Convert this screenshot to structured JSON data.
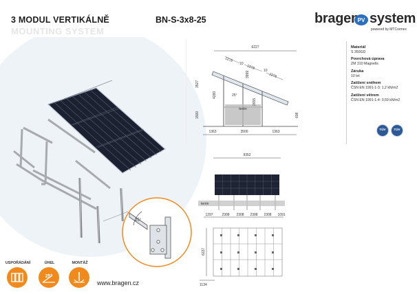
{
  "header": {
    "title": "3 MODUL VERTIKÁLNĚ",
    "subtitle": "MOUNTING SYSTEM",
    "code": "BN-S-3x8-25"
  },
  "logo": {
    "word_left": "bragen",
    "badge": "PV",
    "word_right": "system",
    "powered": "powered by MTCormex"
  },
  "specs": [
    {
      "label": "Materiál",
      "value": "S 350GD"
    },
    {
      "label": "Povrchová úprava",
      "value": "ZM 310 Magnelis"
    },
    {
      "label": "Záruka",
      "value": "10 let"
    },
    {
      "label": "Zatížení sněhem",
      "value": "ČSN EN 1991-1-3: 1,2 kN/m2"
    },
    {
      "label": "Zatížení větrem",
      "value": "ČSN EN 1991-1-4: 0,59 kN/m2"
    }
  ],
  "certifications": [
    "TÜV",
    "TÜV"
  ],
  "side_drawing": {
    "total_width": "6227",
    "panel_lengths": [
      "2278",
      "2278",
      "2278"
    ],
    "gaps": [
      "10",
      "10"
    ],
    "heights": [
      "3527",
      "4280",
      "1500",
      "2655",
      "3999",
      "608"
    ],
    "angle": "25°",
    "base_dims": [
      "1363",
      "3500",
      "1363"
    ],
    "ground": "terén"
  },
  "front_drawing": {
    "total_width": "9352",
    "ground": "terén",
    "spans": [
      "1297",
      "2308",
      "2308",
      "2308",
      "2308",
      "1091"
    ]
  },
  "top_drawing": {
    "depth": "6227",
    "offset": "1134"
  },
  "bottom": {
    "arrangement_label": "USPOŘÁDÁNÍ",
    "angle_label": "ÚHEL",
    "angle_value": "25°",
    "mount_label": "MONTÁŽ"
  },
  "detail": {
    "angle": "25°"
  },
  "website": "www.bragen.cz",
  "colors": {
    "accent": "#f08a1d",
    "panel": "#1e2433",
    "cert": "#2d5a96"
  }
}
